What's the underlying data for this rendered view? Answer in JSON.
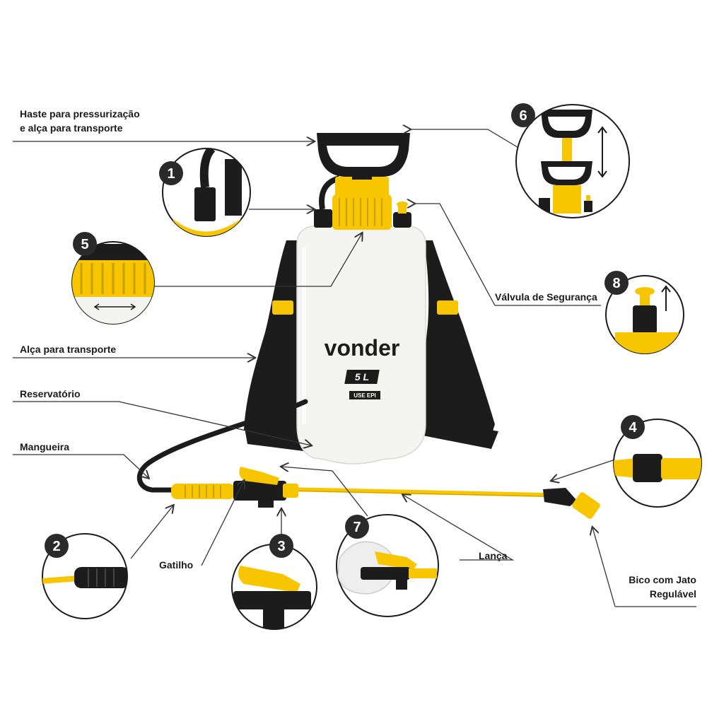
{
  "colors": {
    "accent_yellow": "#f7c600",
    "handle_black": "#1c1c1c",
    "tank_white": "#f4f4f2",
    "line_gray": "#333333",
    "badge_dark": "#2a2a2a"
  },
  "product": {
    "brand": "vonder",
    "capacity": "5 L",
    "use_epi": "USE EPI"
  },
  "labels": {
    "handle_line1": "Haste para pressurização",
    "handle_line2": "e alça para transporte",
    "safety_valve": "Válvula de Segurança",
    "carry_strap": "Alça para transporte",
    "reservoir": "Reservatório",
    "hose": "Mangueira",
    "trigger": "Gatilho",
    "lance": "Lança",
    "nozzle_line1": "Bico com Jato",
    "nozzle_line2": "Regulável"
  },
  "callouts": [
    {
      "number": "1",
      "icon": "hose-connector-detail"
    },
    {
      "number": "2",
      "icon": "hose-grip-detail"
    },
    {
      "number": "3",
      "icon": "trigger-detail"
    },
    {
      "number": "4",
      "icon": "nozzle-tip-detail"
    },
    {
      "number": "5",
      "icon": "threaded-cap-detail"
    },
    {
      "number": "6",
      "icon": "pump-handle-stroke-detail"
    },
    {
      "number": "7",
      "icon": "trigger-hand-detail"
    },
    {
      "number": "8",
      "icon": "safety-valve-detail"
    }
  ]
}
